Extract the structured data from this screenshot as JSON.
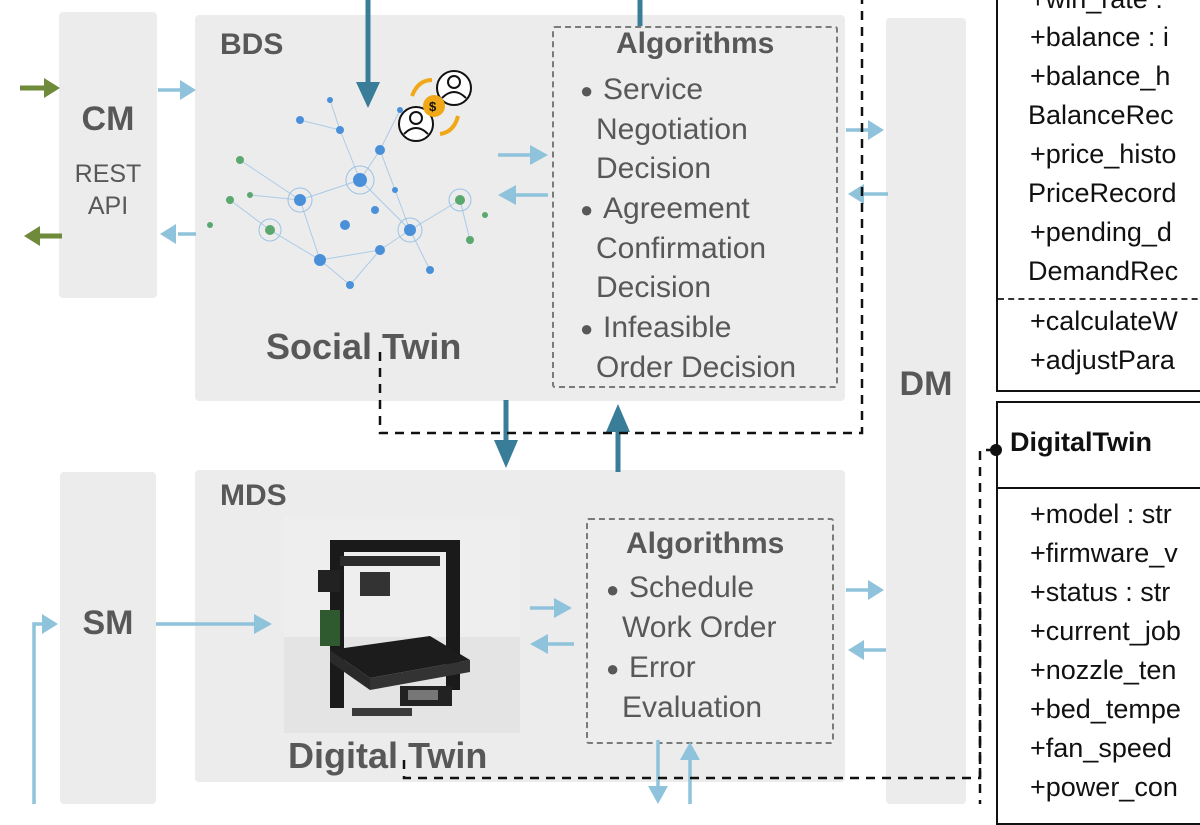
{
  "cm": {
    "title": "CM",
    "subtitle_line1": "REST",
    "subtitle_line2": "API"
  },
  "sm": {
    "title": "SM"
  },
  "dm": {
    "title": "DM"
  },
  "bds": {
    "label": "BDS",
    "caption": "Social Twin",
    "algorithms": {
      "title": "Algorithms",
      "items": [
        {
          "lines": [
            "Service",
            "Negotiation",
            "Decision"
          ]
        },
        {
          "lines": [
            "Agreement",
            "Confirmation",
            "Decision"
          ]
        },
        {
          "lines": [
            "Infeasible",
            "Order Decision"
          ]
        }
      ]
    }
  },
  "mds": {
    "label": "MDS",
    "caption": "Digital Twin",
    "algorithms": {
      "title": "Algorithms",
      "items": [
        {
          "lines": [
            "Schedule",
            "Work Order"
          ]
        },
        {
          "lines": [
            "Error",
            "Evaluation"
          ]
        }
      ]
    }
  },
  "uml_top": {
    "attributes": [
      "+win_rate :",
      "+balance : i",
      "+balance_h",
      "BalanceRec",
      "+price_histo",
      "PriceRecord",
      "+pending_d",
      "DemandRec"
    ],
    "methods": [
      "+calculateW",
      "+adjustPara"
    ]
  },
  "uml_digital_twin": {
    "class_name": "DigitalTwin",
    "attributes": [
      "+model : str",
      "+firmware_v",
      "+status : str",
      "+current_job",
      "+nozzle_ten",
      "+bed_tempe",
      "+fan_speed",
      "+power_con"
    ]
  },
  "colors": {
    "dark_arrow": "#3a7d99",
    "light_arrow": "#8fc2db",
    "green_arrow": "#6e8a3a",
    "box_fill": "#ececec",
    "text_gray": "#585858",
    "coin": "#f0a818"
  }
}
